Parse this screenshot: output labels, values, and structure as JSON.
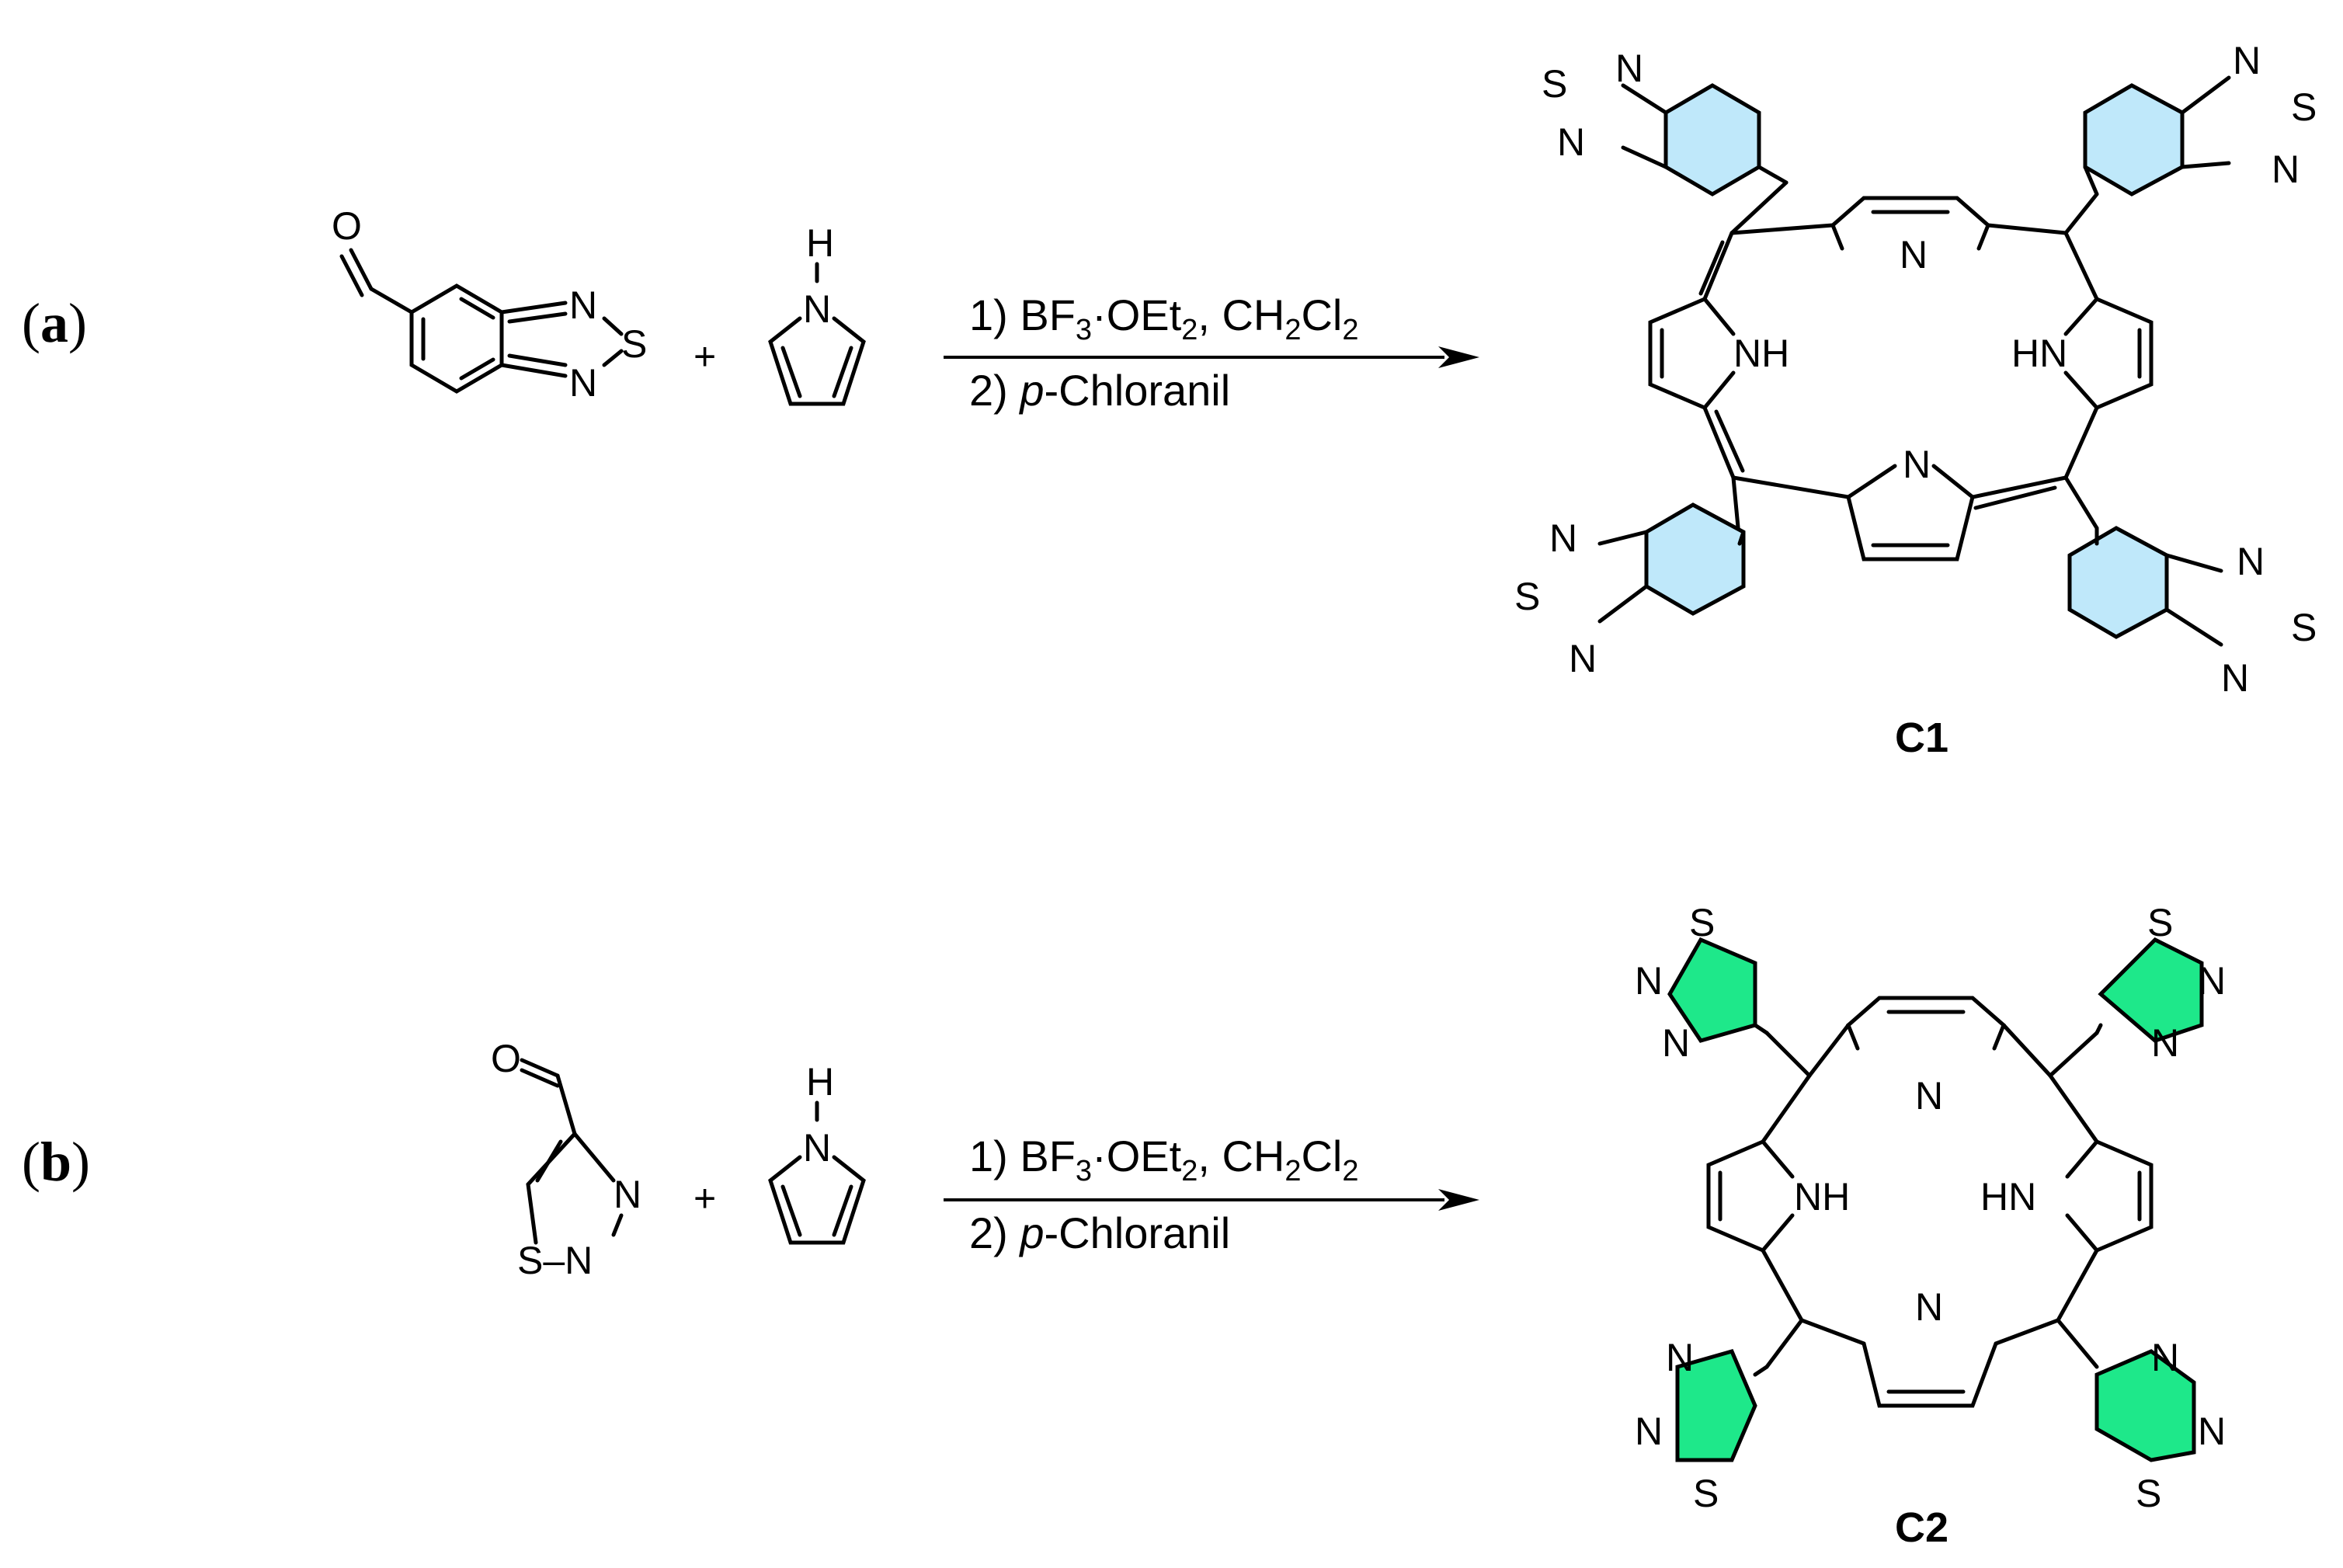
{
  "panels": {
    "a": {
      "label_open": "(",
      "label_letter": "a",
      "label_close": ")",
      "plus": "+",
      "pyrrole_h": "H",
      "pyrrole_n": "N",
      "aldehyde_o": "O",
      "ring_n1": "N",
      "ring_s": "S",
      "ring_n2": "N",
      "cond1_prefix": "1) BF",
      "cond1_sub1": "3",
      "cond1_dot": "·OEt",
      "cond1_sub2": "2",
      "cond1_mid": ", CH",
      "cond1_sub3": "2",
      "cond1_cl": "Cl",
      "cond1_sub4": "2",
      "cond2_prefix": "2) ",
      "cond2_italic": "p",
      "cond2_rest": "-Chloranil",
      "compound": "C1",
      "core_n_top": "N",
      "core_n_bottom": "N",
      "core_nh": "NH",
      "core_hn": "HN",
      "sub_tl": [
        "S",
        "N",
        "N"
      ],
      "sub_tr": [
        "N",
        "S",
        "N"
      ],
      "sub_bl": [
        "N",
        "S",
        "N"
      ],
      "sub_br": [
        "N",
        "S",
        "N"
      ]
    },
    "b": {
      "label_open": "(",
      "label_letter": "b",
      "label_close": ")",
      "plus": "+",
      "pyrrole_h": "H",
      "pyrrole_n": "N",
      "aldehyde_o": "O",
      "ring_n1": "N",
      "ring_sn": "S–N",
      "cond1_prefix": "1) BF",
      "cond1_sub1": "3",
      "cond1_dot": "·OEt",
      "cond1_sub2": "2",
      "cond1_mid": ", CH",
      "cond1_sub3": "2",
      "cond1_cl": "Cl",
      "cond1_sub4": "2",
      "cond2_prefix": "2) ",
      "cond2_italic": "p",
      "cond2_rest": "-Chloranil",
      "compound": "C2",
      "core_n_top": "N",
      "core_n_bottom": "N",
      "core_nh": "NH",
      "core_hn": "HN",
      "sub_tl": [
        "S",
        "N",
        "N"
      ],
      "sub_tr": [
        "S",
        "N",
        "N"
      ],
      "sub_bl": [
        "N",
        "N",
        "S"
      ],
      "sub_br": [
        "N",
        "N",
        "S"
      ]
    }
  },
  "colors": {
    "benzothiadiazole_fill": "#bfe8fa",
    "thiadiazole_fill": "#1ee88a",
    "line": "#000000"
  }
}
